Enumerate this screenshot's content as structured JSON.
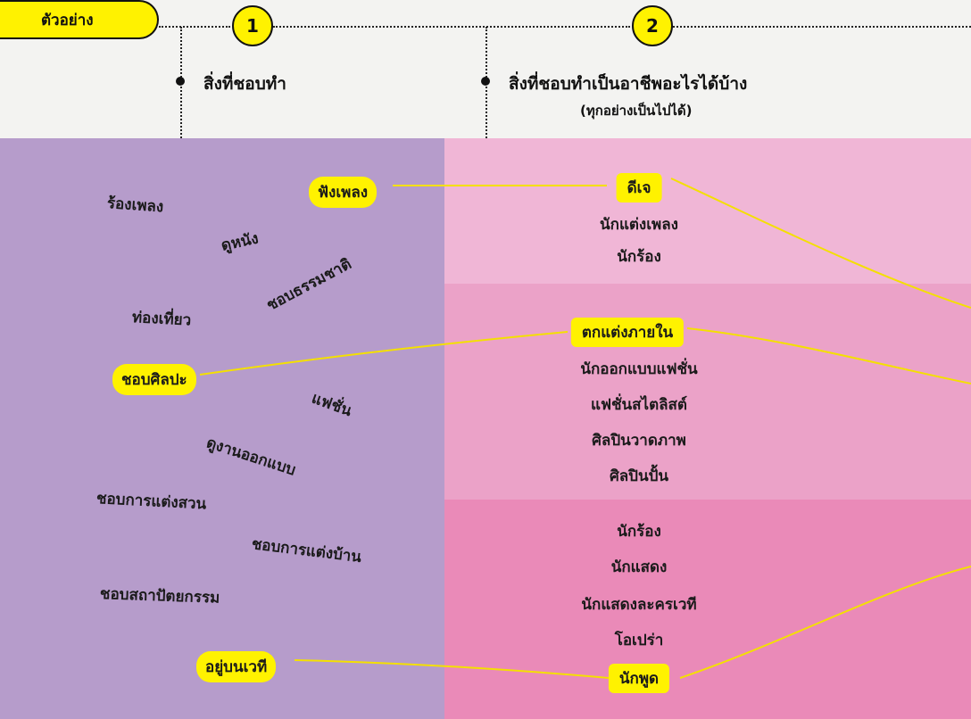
{
  "header": {
    "tag": "ตัวอย่าง",
    "step1": {
      "number": "1",
      "title": "สิ่งที่ชอบทำ"
    },
    "step2": {
      "number": "2",
      "title": "สิ่งที่ชอบทำเป็นอาชีพอะไรได้บ้าง",
      "subtitle": "(ทุกอย่างเป็นไปได้)"
    }
  },
  "left": {
    "items": [
      "ร้องเพลง",
      "ดูหนัง",
      "ชอบธรรมชาติ",
      "ท่องเที่ยว",
      "แฟชั่น",
      "ดูงานออกแบบ",
      "ชอบการแต่งสวน",
      "ชอบการแต่งบ้าน",
      "ชอบสถาปัตยกรรม"
    ],
    "highlighted": [
      "ฟังเพลง",
      "ชอบศิลปะ",
      "อยู่บนเวที"
    ]
  },
  "right": {
    "group1": {
      "highlight": "ดีเจ",
      "items": [
        "นักแต่งเพลง",
        "นักร้อง"
      ]
    },
    "group2": {
      "highlight": "ตกแต่งภายใน",
      "items": [
        "นักออกแบบแฟชั่น",
        "แฟชั่นสไตลิสต์",
        "ศิลปินวาดภาพ",
        "ศิลปินปั้น"
      ]
    },
    "group3": {
      "items": [
        "นักร้อง",
        "นักแสดง",
        "นักแสดงละครเวที",
        "โอเปร่า"
      ],
      "highlight": "นักพูด"
    }
  },
  "colors": {
    "highlight": "#fff200",
    "left_panel": "#b69ccb",
    "right_panel_1": "#f0b6d6",
    "right_panel_2": "#eba2c8",
    "right_panel_3": "#ea8ab8",
    "connector": "#f4e000"
  }
}
